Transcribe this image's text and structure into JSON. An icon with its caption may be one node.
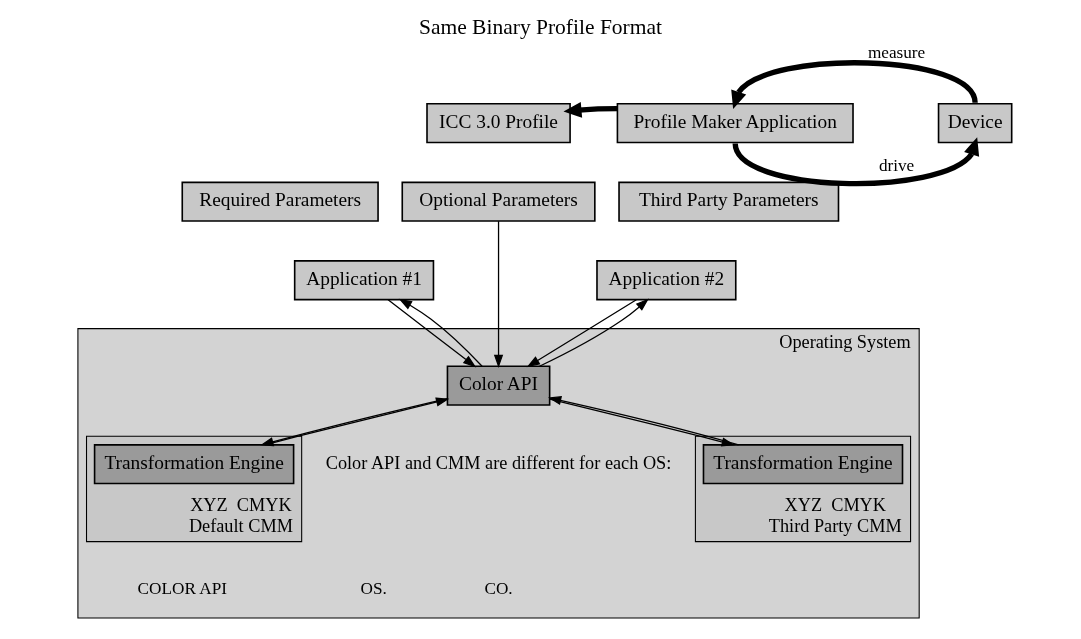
{
  "diagram": {
    "title": "Same Binary Profile Format",
    "nodes": [
      {
        "text": [
          "ICC 3.0 Profile"
        ]
      },
      {
        "text": [
          "Required Parameters"
        ]
      },
      {
        "text": [
          "Optional Parameters"
        ]
      },
      {
        "text": [
          "Third Party Parameters"
        ]
      },
      {
        "text": [
          "Profile Maker Application"
        ]
      },
      {
        "text": [
          "Device"
        ]
      },
      {
        "text": [
          "Application #1"
        ]
      },
      {
        "text": [
          "Application #2"
        ]
      },
      {
        "text": [
          "Operating System"
        ]
      },
      {
        "text": [
          "Color API"
        ],
        "in": 8
      },
      {
        "text": [
          "XYZ  CMYK",
          "Default CMM"
        ],
        "in": 8
      },
      {
        "text": [
          "Transformation Engine"
        ],
        "in": 10
      },
      {
        "text": [
          "XYZ  CMYK",
          "Third Party CMM"
        ],
        "in": 8
      },
      {
        "text": [
          "Transformation Engine"
        ],
        "in": 12
      }
    ],
    "edges": [
      {
        "from": 4,
        "to": 0,
        "arrow": "to",
        "style": "thick"
      },
      {
        "from": 5,
        "to": 4,
        "arrow": "to",
        "label": "measure",
        "style": "thick"
      },
      {
        "from": 4,
        "to": 5,
        "arrow": "to",
        "label": "drive",
        "style": "thick"
      },
      {
        "from": 2,
        "to": 9,
        "arrow": "to"
      },
      {
        "from": 6,
        "to": 9,
        "arrow": "to"
      },
      {
        "from": 9,
        "to": 6,
        "arrow": "to"
      },
      {
        "from": 7,
        "to": 9,
        "arrow": "to"
      },
      {
        "from": 9,
        "to": 7,
        "arrow": "to"
      },
      {
        "from": 9,
        "to": 11,
        "arrow": "to"
      },
      {
        "from": 11,
        "to": 9,
        "arrow": "to"
      },
      {
        "from": 9,
        "to": 13,
        "arrow": "to"
      },
      {
        "from": 13,
        "to": 9,
        "arrow": "to"
      }
    ],
    "labels": [
      "Color API and CMM are different for each OS:",
      "CO.",
      "OS.",
      "COLOR API"
    ]
  }
}
